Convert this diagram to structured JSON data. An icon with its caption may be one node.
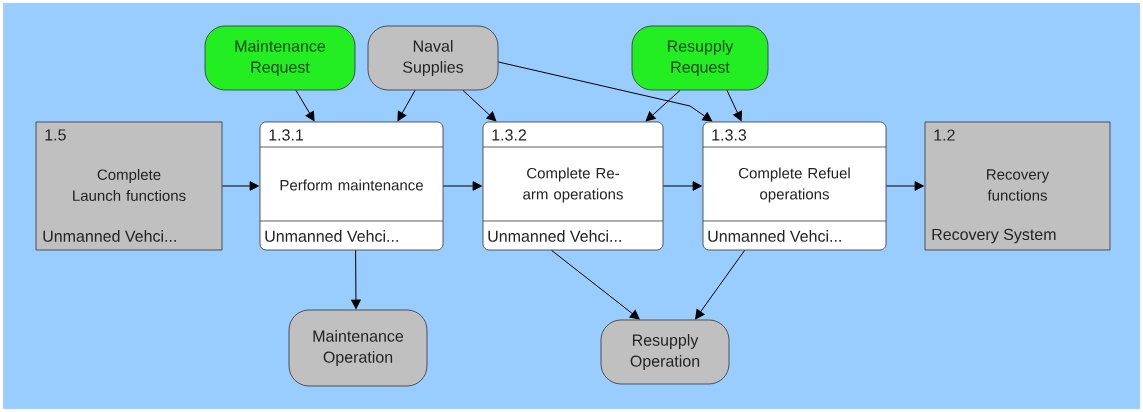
{
  "diagram": {
    "nodes": [
      {
        "text": [
          "Maintenance Request"
        ]
      },
      {
        "text": [
          "Naval Supplies"
        ]
      },
      {
        "text": [
          "Resupply Request"
        ]
      },
      {
        "text": [
          "1.5",
          "Complete Launch functions",
          "Unmanned Vehci..."
        ]
      },
      {
        "text": [
          "1.3.1",
          "Perform maintenance",
          "Unmanned Vehci..."
        ]
      },
      {
        "text": [
          "1.3.2",
          "Complete Re-arm operations",
          "Unmanned Vehci..."
        ]
      },
      {
        "text": [
          "1.3.3",
          "Complete Refuel operations",
          "Unmanned Vehci..."
        ]
      },
      {
        "text": [
          "1.2",
          "Recovery functions",
          "Recovery System"
        ]
      },
      {
        "text": [
          "Maintenance Operation"
        ]
      },
      {
        "text": [
          "Resupply Operation"
        ]
      }
    ],
    "edges": [
      {
        "from": 0,
        "to": 4,
        "arrow": "to"
      },
      {
        "from": 1,
        "to": 4,
        "arrow": "to"
      },
      {
        "from": 1,
        "to": 5,
        "arrow": "to"
      },
      {
        "from": 1,
        "to": 6,
        "arrow": "to"
      },
      {
        "from": 2,
        "to": 5,
        "arrow": "to"
      },
      {
        "from": 2,
        "to": 6,
        "arrow": "to"
      },
      {
        "from": 3,
        "to": 4,
        "arrow": "to"
      },
      {
        "from": 4,
        "to": 5,
        "arrow": "to"
      },
      {
        "from": 5,
        "to": 6,
        "arrow": "to"
      },
      {
        "from": 6,
        "to": 7,
        "arrow": "to"
      },
      {
        "from": 4,
        "to": 8,
        "arrow": "to"
      },
      {
        "from": 5,
        "to": 9,
        "arrow": "to"
      },
      {
        "from": 6,
        "to": 9,
        "arrow": "to"
      }
    ]
  }
}
